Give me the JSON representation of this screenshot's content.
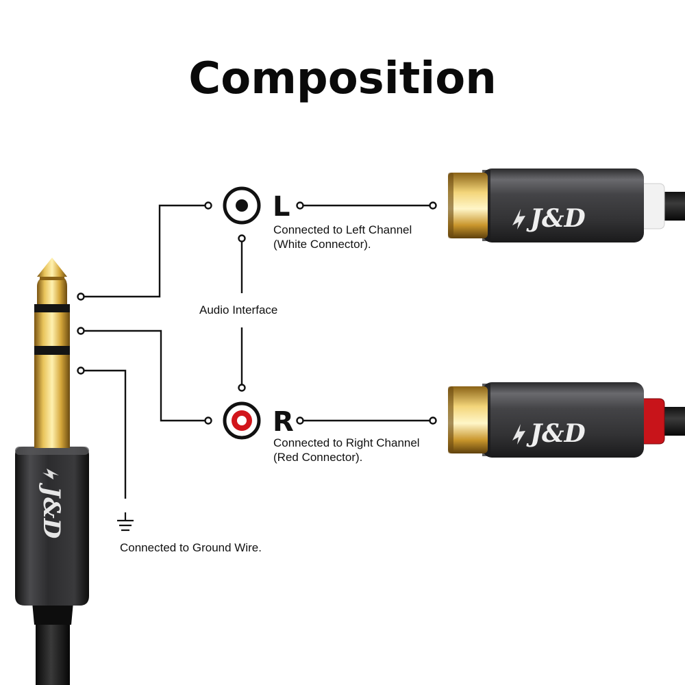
{
  "title": "Composition",
  "channels": {
    "left": {
      "letter": "L",
      "line1": "Connected to Left Channel",
      "line2": "(White Connector).",
      "connector_color": "#f2f2f2"
    },
    "right": {
      "letter": "R",
      "line1": "Connected to Right Channel",
      "line2": "(Red Connector).",
      "connector_color": "#c8141a"
    }
  },
  "audio_interface": "Audio Interface",
  "ground": "Connected to Ground Wire.",
  "brand": "J&D",
  "colors": {
    "gold": "#d4a63a",
    "housing": "#3a3a3c",
    "line": "#111111",
    "accent_red": "#d1151b"
  },
  "icons": [
    "ground-icon",
    "lightning-icon",
    "rca-jack-icon"
  ]
}
